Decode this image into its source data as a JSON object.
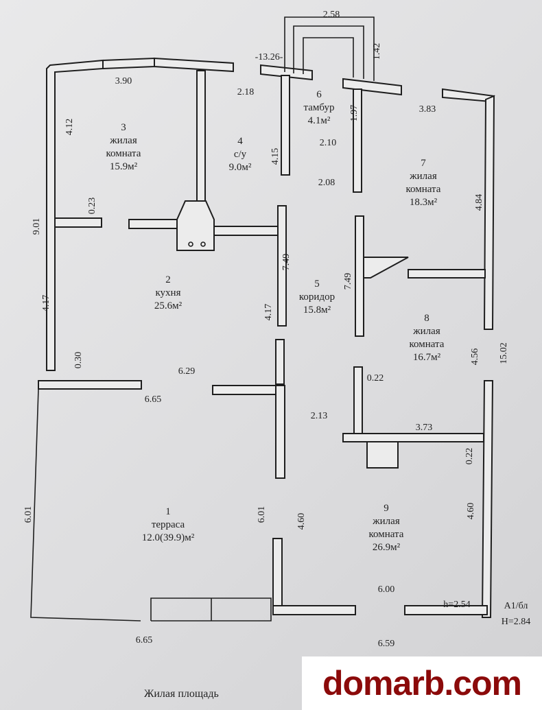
{
  "rooms": [
    {
      "num": "1",
      "name": "терраса",
      "area": "12.0(39.9)м²"
    },
    {
      "num": "2",
      "name": "кухня",
      "area": "25.6м²"
    },
    {
      "num": "3",
      "name": "жилая",
      "name2": "комната",
      "area": "15.9м²"
    },
    {
      "num": "4",
      "name": "с/у",
      "area": "9.0м²"
    },
    {
      "num": "5",
      "name": "коридор",
      "area": "15.8м²"
    },
    {
      "num": "6",
      "name": "тамбур",
      "area": "4.1м²"
    },
    {
      "num": "7",
      "name": "жилая",
      "name2": "комната",
      "area": "18.3м²"
    },
    {
      "num": "8",
      "name": "жилая",
      "name2": "комната",
      "area": "16.7м²"
    },
    {
      "num": "9",
      "name": "жилая",
      "name2": "комната",
      "area": "26.9м²"
    }
  ],
  "dims": [
    "2.58",
    "1.42",
    "-13.26-",
    "3.90",
    "2.18",
    "3.83",
    "1.97",
    "4.12",
    "4.15",
    "2.10",
    "2.08",
    "4.84",
    "9.01",
    "0.23",
    "7.49",
    "7.49",
    "4.17",
    "4.17",
    "0.30",
    "6.29",
    "6.65",
    "2.13",
    "0.22",
    "4.56",
    "15.02",
    "3.73",
    "0.22",
    "6.01",
    "6.01",
    "4.60",
    "4.60",
    "6.00",
    "6.65",
    "6.59"
  ],
  "notes": {
    "h": "h=2.54",
    "code": "А1/бл",
    "H": "Н=2.84",
    "footer": "Жилая площадь"
  },
  "watermark": "domarb.com"
}
